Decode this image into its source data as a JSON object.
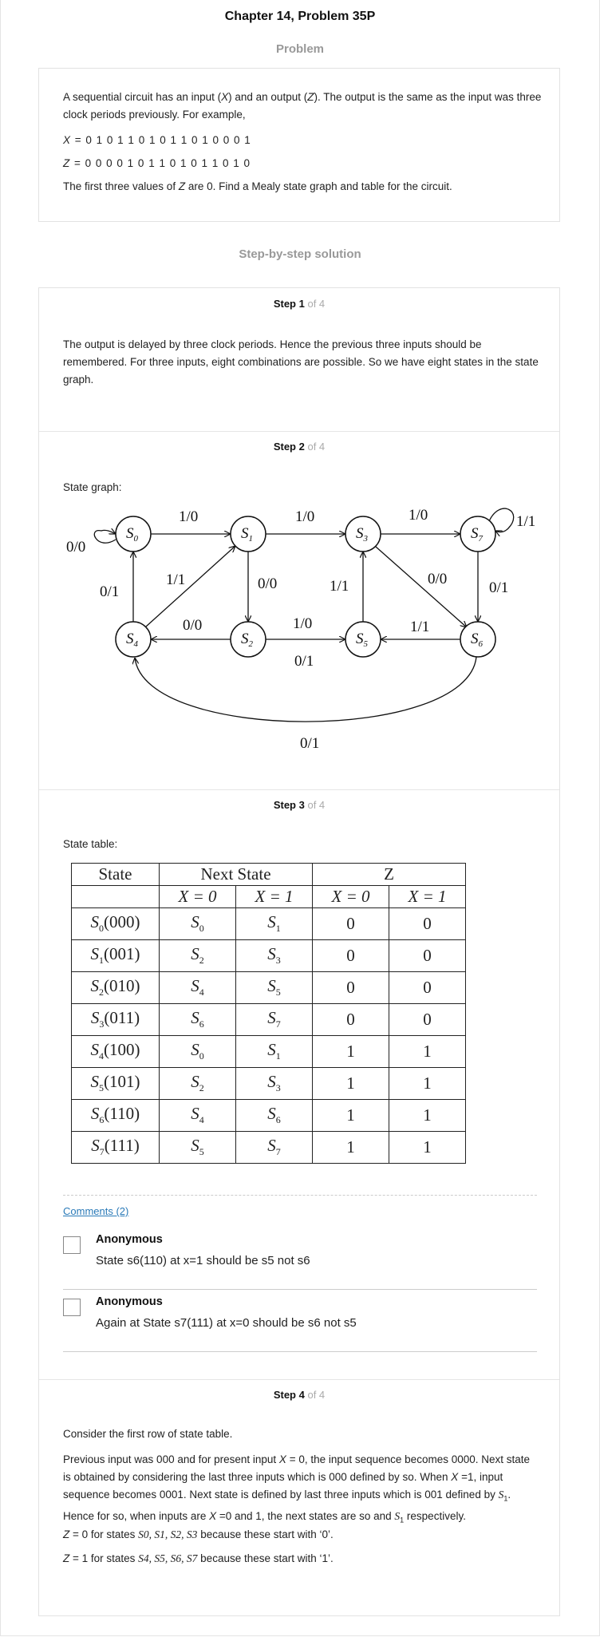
{
  "page_title": "Chapter 14, Problem 35P",
  "problem_heading": "Problem",
  "problem": {
    "intro_1": "A sequential circuit has an input (",
    "intro_x": "X",
    "intro_2": ") and an output (",
    "intro_z": "Z",
    "intro_3": "). The output is the same as the input was three clock periods previously. For example,",
    "x_label": "X",
    "x_sequence": " = 0 1 0 1 1 0 1 0 1 1 0 1 0 0 0 1",
    "z_label": "Z",
    "z_sequence": " = 0 0 0 0 1 0 1 1 0 1 0 1 1 0 1 0",
    "outro_1": "The first three values of ",
    "outro_z": "Z",
    "outro_2": " are 0. Find a Mealy state graph and table for the circuit."
  },
  "solution_heading": "Step-by-step solution",
  "steps": [
    {
      "label": "Step 1",
      "of": "of 4",
      "text": "The output is delayed by three clock periods. Hence the previous three inputs should be remembered. For three inputs, eight combinations are possible. So we have eight states in the state graph."
    },
    {
      "label": "Step 2",
      "of": "of 4",
      "caption": "State graph:"
    },
    {
      "label": "Step 3",
      "of": "of 4",
      "caption": "State table:"
    },
    {
      "label": "Step 4",
      "of": "of 4"
    }
  ],
  "graph": {
    "states": [
      "S0",
      "S1",
      "S3",
      "S7",
      "S4",
      "S2",
      "S5",
      "S6"
    ],
    "edge_labels": {
      "s0_loop": "0/0",
      "s7_loop": "1/1",
      "s0_s1": "1/0",
      "s1_s3": "1/0",
      "s3_s7": "1/0",
      "s4_s0": "0/1",
      "s4_s1": "1/1",
      "s1_s2": "0/0",
      "s2_s4": "0/0",
      "s2_s5": "1/0",
      "s5_s3": "1/1",
      "s3_s6": "0/0",
      "s6_s5": "1/1",
      "s7_s6": "0/1",
      "s5_s2": "0/1",
      "s6_s4": "0/1"
    }
  },
  "state_table": {
    "header_state": "State",
    "header_next": "Next State",
    "header_z": "Z",
    "sub_x0": "X = 0",
    "sub_x1": "X = 1",
    "rows": [
      {
        "state": "S0",
        "code": "(000)",
        "n0": "S0",
        "n1": "S1",
        "z0": "0",
        "z1": "0"
      },
      {
        "state": "S1",
        "code": "(001)",
        "n0": "S2",
        "n1": "S3",
        "z0": "0",
        "z1": "0"
      },
      {
        "state": "S2",
        "code": "(010)",
        "n0": "S4",
        "n1": "S5",
        "z0": "0",
        "z1": "0"
      },
      {
        "state": "S3",
        "code": "(011)",
        "n0": "S6",
        "n1": "S7",
        "z0": "0",
        "z1": "0"
      },
      {
        "state": "S4",
        "code": "(100)",
        "n0": "S0",
        "n1": "S1",
        "z0": "1",
        "z1": "1"
      },
      {
        "state": "S5",
        "code": "(101)",
        "n0": "S2",
        "n1": "S3",
        "z0": "1",
        "z1": "1"
      },
      {
        "state": "S6",
        "code": "(110)",
        "n0": "S4",
        "n1": "S6",
        "z0": "1",
        "z1": "1"
      },
      {
        "state": "S7",
        "code": "(111)",
        "n0": "S5",
        "n1": "S7",
        "z0": "1",
        "z1": "1"
      }
    ]
  },
  "comments": {
    "link": "Comments (2)",
    "items": [
      {
        "author": "Anonymous",
        "text": "State s6(110) at x=1 should be s5 not s6"
      },
      {
        "author": "Anonymous",
        "text": "Again at State s7(111) at x=0 should be s6 not s5"
      }
    ]
  },
  "step4": {
    "p1": "Consider the first row of state table.",
    "p2a": "Previous input was 000 and for present input ",
    "p2b": " = 0, the input sequence becomes 0000. Next state is obtained by considering the last three inputs which is 000 defined by so. When ",
    "p2c": " =1, input sequence becomes 0001. Next state is defined by last three inputs which is 001 defined by ",
    "p2d": ". Hence for so, when inputs are ",
    "p2e": " =0 and 1, the next states are so and ",
    "p2f": " respectively.",
    "x": "X",
    "s1": "S",
    "s1_sub": "1",
    "z0a": " = 0 for states ",
    "z0_states": "S0, S1, S2, S3",
    "z0b": "because these start with ‘0’.",
    "z1a": " = 1 for states ",
    "z1_states": "S4, S5, S6, S7",
    "z1b": " because these start with ‘1’.",
    "z": "Z"
  }
}
